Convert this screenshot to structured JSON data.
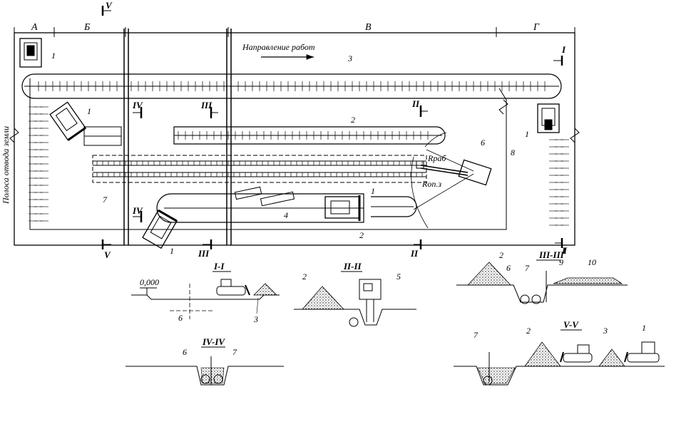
{
  "zones": {
    "a": "А",
    "b": "Б",
    "v": "В",
    "g": "Г"
  },
  "direction_label": "Направление работ",
  "land_strip_label": "Полоса отвода земли",
  "radius_work": "Rраб",
  "radius_rest": "Rоп.з",
  "marks": {
    "m1": "1",
    "m2": "2",
    "m3": "3",
    "m4": "4",
    "m5": "5",
    "m6": "6",
    "m7": "7",
    "m8": "8",
    "m9": "9",
    "m10": "10"
  },
  "sections": {
    "i": "I",
    "ii": "II",
    "iii": "III",
    "iv": "IV",
    "v": "V",
    "i_i": "I-I",
    "ii_ii": "II-II",
    "iii_iii": "III-III",
    "iv_iv": "IV-IV",
    "v_v": "V-V"
  },
  "elevation": "0,000",
  "colors": {
    "line": "#000000",
    "background": "#ffffff"
  }
}
